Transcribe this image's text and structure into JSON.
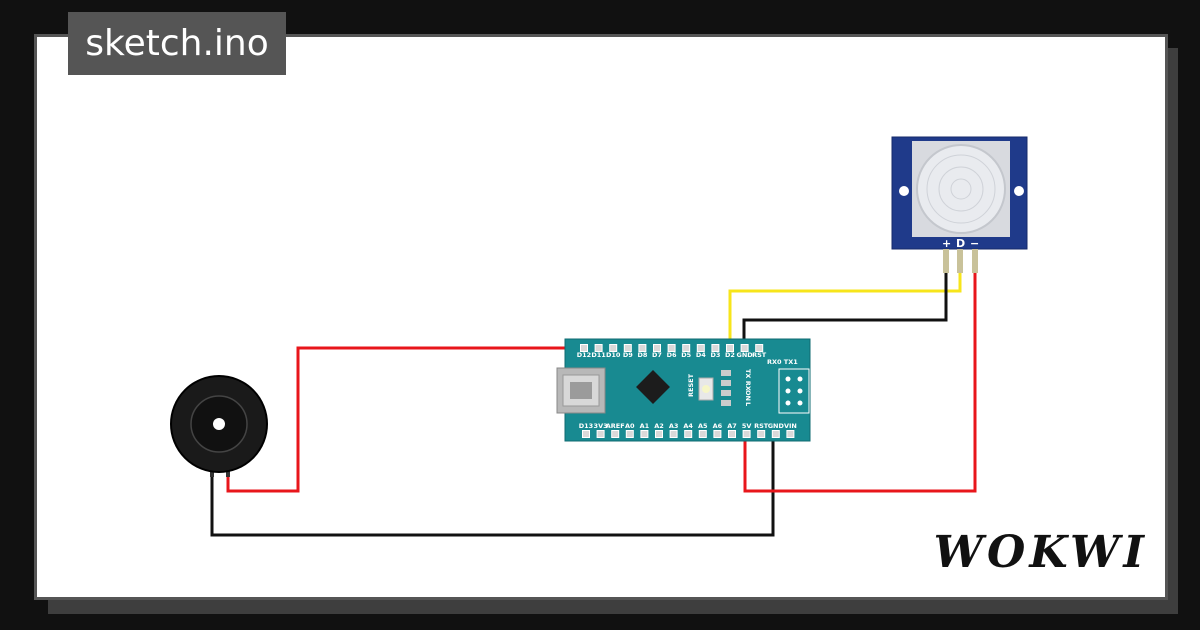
{
  "file_tab": {
    "label": "sketch.ino"
  },
  "brand": {
    "label": "WOKWI"
  },
  "nano": {
    "top_pins": [
      "D12",
      "D11",
      "D10",
      "D9",
      "D8",
      "D7",
      "D6",
      "D5",
      "D4",
      "D3",
      "D2",
      "GND",
      "RST"
    ],
    "top_extra": "RX0 TX1",
    "bottom_pins": [
      "D13",
      "3V3",
      "AREF",
      "A0",
      "A1",
      "A2",
      "A3",
      "A4",
      "A5",
      "A6",
      "A7",
      "5V",
      "RST",
      "GND",
      "VIN"
    ],
    "reset_label": "RESET",
    "led_labels": {
      "txrx": "TX RX",
      "on": "ON",
      "l": "L"
    }
  },
  "pir": {
    "pin_labels": [
      "+",
      "D",
      "−"
    ]
  },
  "colors": {
    "wire_red": "#e8161b",
    "wire_black": "#111111",
    "wire_yellow": "#f7e51b",
    "nano_teal": "#188a91",
    "pir_blue": "#1f3a8a"
  }
}
